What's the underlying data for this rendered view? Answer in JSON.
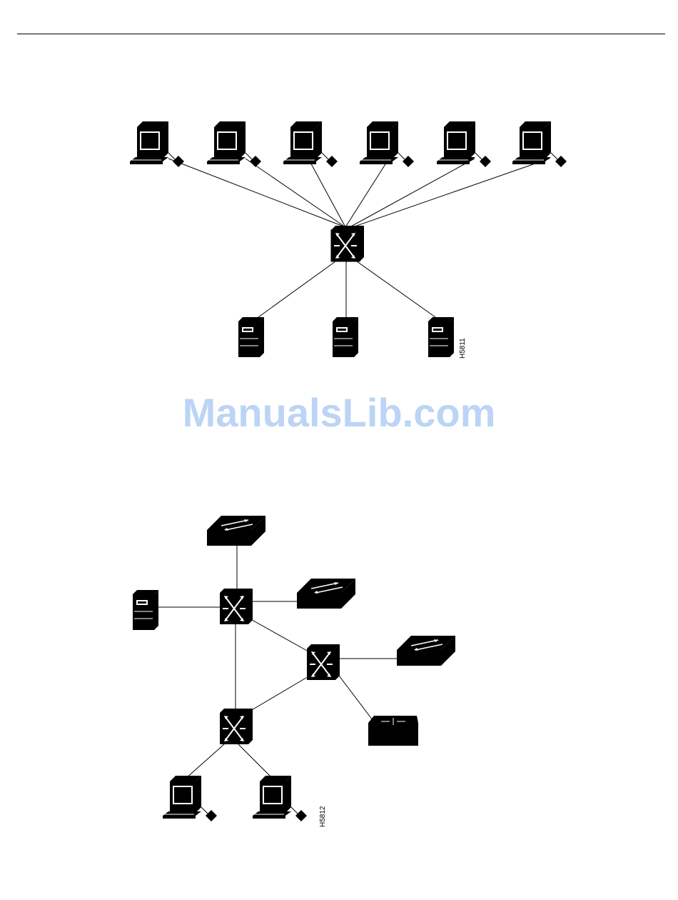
{
  "header": {
    "rule": true
  },
  "watermark": {
    "text": "ManualsLib.com",
    "color": "#bcd4f5"
  },
  "figures": [
    {
      "id_label": "H5811",
      "description_nodes": {
        "workstations": 6,
        "switches": 1,
        "servers": 3
      }
    },
    {
      "id_label": "H5812",
      "description_nodes": {
        "switches": 3,
        "hubs": 3,
        "router": 1,
        "server": 1,
        "workstations": 2
      }
    }
  ],
  "icons": {
    "workstation": "workstation-icon",
    "switch": "switch-icon",
    "server": "server-icon",
    "hub": "hub-icon",
    "router": "router-icon"
  }
}
